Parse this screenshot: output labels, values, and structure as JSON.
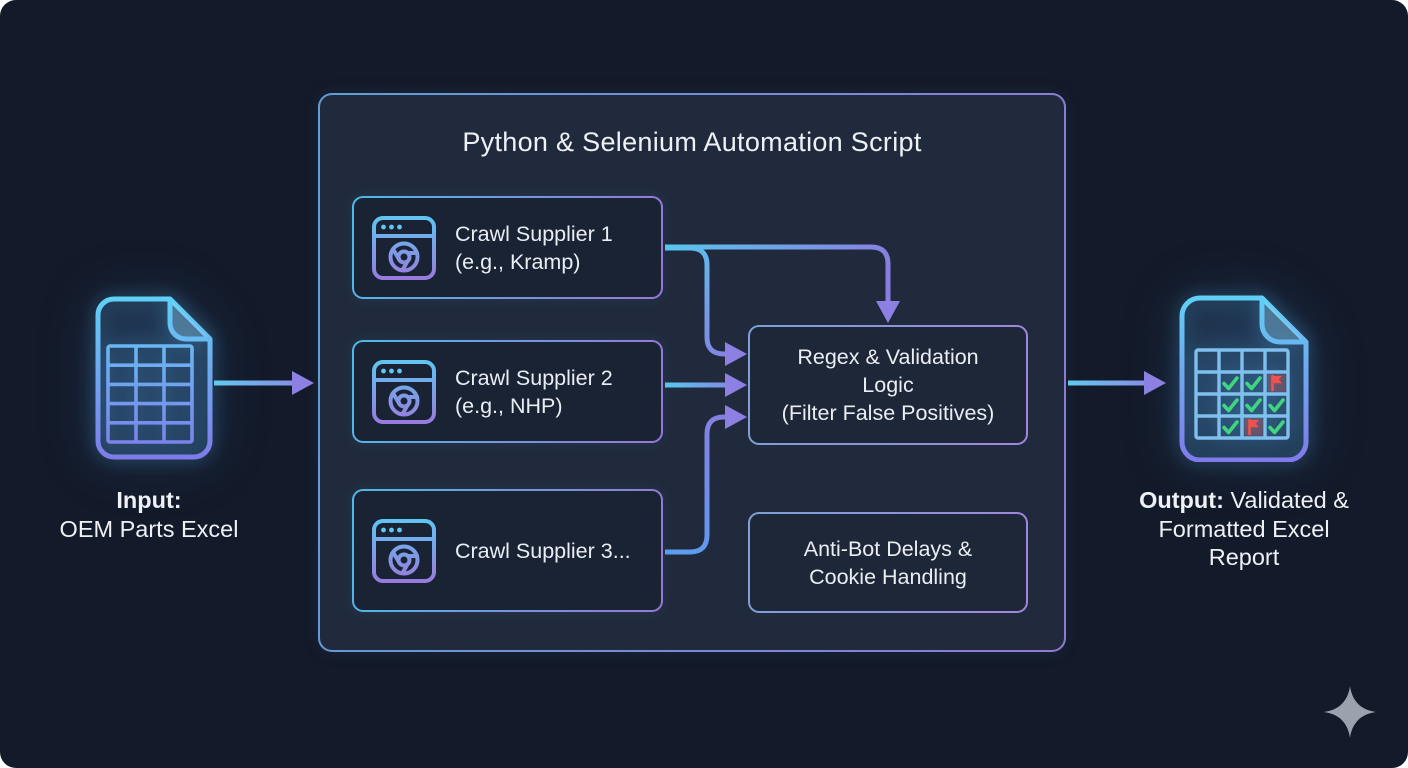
{
  "main": {
    "title": "Python & Selenium Automation Script"
  },
  "suppliers": [
    {
      "line1": "Crawl Supplier 1",
      "line2": "(e.g., Kramp)"
    },
    {
      "line1": "Crawl Supplier 2",
      "line2": "(e.g., NHP)"
    },
    {
      "line1": "Crawl Supplier 3...",
      "line2": ""
    }
  ],
  "regex_box": {
    "line1": "Regex & Validation",
    "line2": "Logic",
    "line3": "(Filter False Positives)"
  },
  "antibot_box": {
    "line1": "Anti-Bot Delays &",
    "line2": "Cookie Handling"
  },
  "input_node": {
    "label_bold": "Input:",
    "label": "OEM Parts Excel"
  },
  "output_node": {
    "label_bold": "Output:",
    "line1_rest": "Validated &",
    "line2": "Formatted Excel",
    "line3": "Report"
  },
  "output_icon": {
    "grid": [
      [
        "",
        "",
        "",
        ""
      ],
      [
        "",
        "check",
        "check",
        "flag"
      ],
      [
        "",
        "check",
        "check",
        "check"
      ],
      [
        "",
        "check",
        "flag",
        "check"
      ]
    ]
  },
  "icons": {
    "supplier_icon": "browser-chrome-icon",
    "input_icon": "excel-spreadsheet-file-icon",
    "output_icon": "validated-spreadsheet-file-icon",
    "corner_icon": "sparkle-icon"
  },
  "colors": {
    "background": "#131a29",
    "container_fill": "#212a3c",
    "node_fill": "#1a2334",
    "accent_cyan": "#55c6f0",
    "accent_purple": "#8d80e3",
    "border_blue": "#5f9fd6",
    "text": "#eef2f7",
    "check_green": "#3fd67f",
    "flag_red": "#f0534f",
    "sparkle_gray": "#9aa2ae"
  }
}
